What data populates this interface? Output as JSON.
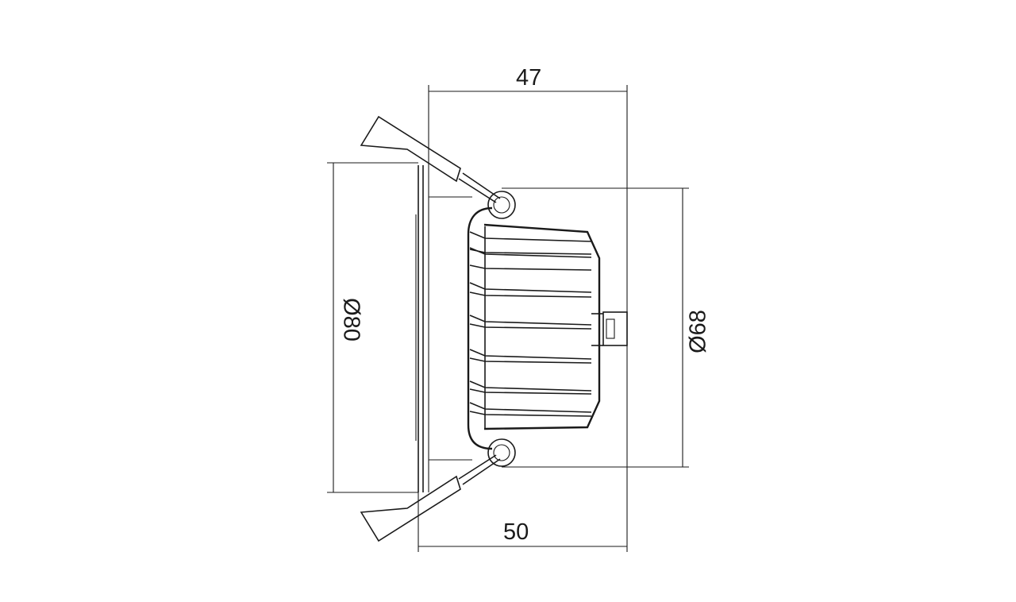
{
  "dimensions": {
    "top_depth": "47",
    "bottom_depth": "50",
    "left_diameter": "Ø80",
    "right_diameter": "Ø68"
  }
}
